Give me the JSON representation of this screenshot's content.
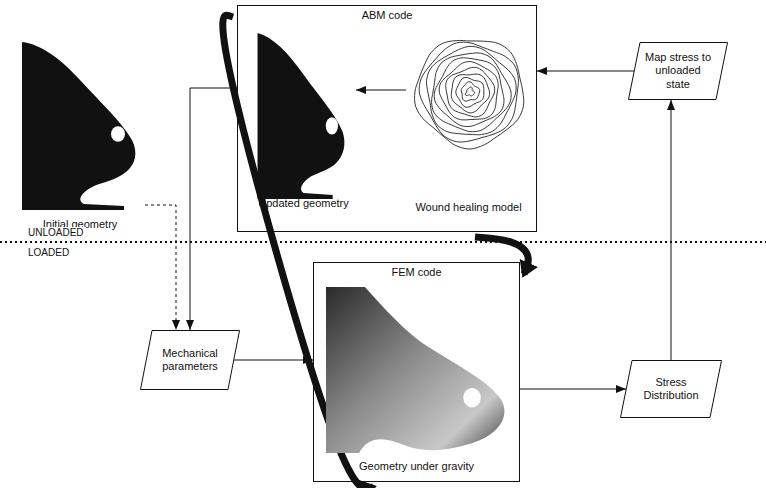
{
  "diagram": {
    "nodes": [
      {
        "text": [
          "Initial geometry"
        ]
      },
      {
        "text": [
          "ABM code"
        ]
      },
      {
        "text": [
          "Updated geometry"
        ],
        "in": 1
      },
      {
        "text": [
          "Wound healing model"
        ],
        "in": 1
      },
      {
        "text": [
          "Map stress to unloaded state"
        ]
      },
      {
        "text": [
          "Mechanical parameters"
        ]
      },
      {
        "text": [
          "FEM code",
          "Geometry under gravity"
        ]
      },
      {
        "text": [
          "Stress Distribution"
        ]
      }
    ],
    "edges": [
      {
        "from": 3,
        "to": 2,
        "arrow": "to"
      },
      {
        "from": 4,
        "to": 1,
        "arrow": "to"
      },
      {
        "from": 1,
        "to": 5,
        "arrow": "to"
      },
      {
        "from": 0,
        "to": 5,
        "arrow": "to"
      },
      {
        "from": 5,
        "to": 6,
        "arrow": "to"
      },
      {
        "from": 6,
        "to": 7,
        "arrow": "to"
      },
      {
        "from": 7,
        "to": 4,
        "arrow": "to"
      },
      {
        "from": 1,
        "to": 6,
        "arrow": "to"
      },
      {
        "from": 6,
        "to": 1,
        "arrow": "to"
      }
    ],
    "labels": [
      "UNLOADED",
      "LOADED"
    ]
  }
}
